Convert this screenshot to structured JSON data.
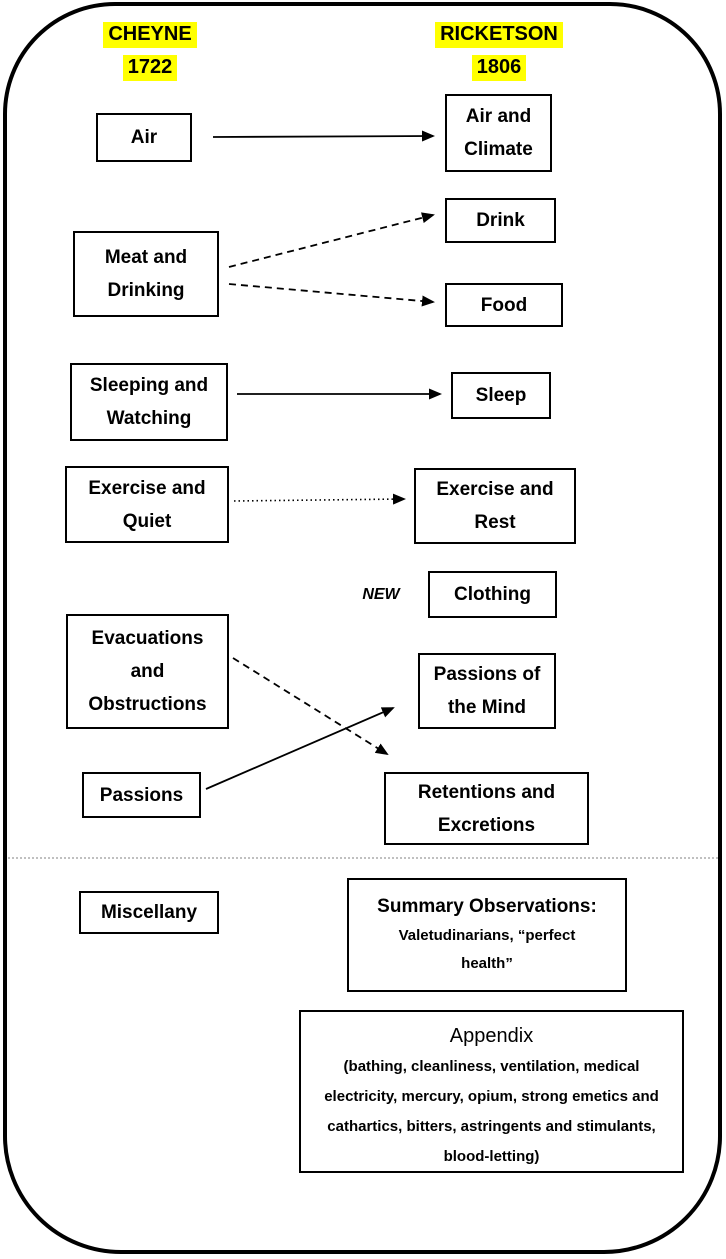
{
  "colors": {
    "highlight": "#ffff00",
    "ink": "#000000",
    "divider": "#9a9a9a",
    "background": "#ffffff"
  },
  "headers": {
    "left": {
      "name": "CHEYNE",
      "year": "1722"
    },
    "right": {
      "name": "RICKETSON",
      "year": "1806"
    }
  },
  "left_column": {
    "air": "Air",
    "meat_and_drinking": "Meat and Drinking",
    "sleeping_and_watching": "Sleeping and Watching",
    "exercise_and_quiet": "Exercise and Quiet",
    "evacuations_and_obstructions": "Evacuations and Obstructions",
    "passions": "Passions",
    "miscellany": "Miscellany"
  },
  "right_column": {
    "air_and_climate": "Air and Climate",
    "drink": "Drink",
    "food": "Food",
    "sleep": "Sleep",
    "exercise_and_rest": "Exercise and Rest",
    "clothing": "Clothing",
    "passions_of_the_mind": "Passions of the Mind",
    "retentions_and_excretions": "Retentions and Excretions",
    "summary_observations": {
      "title": "Summary Observations:",
      "subtitle": "Valetudinarians, “perfect health”"
    },
    "appendix": {
      "title": "Appendix",
      "body": "(bathing, cleanliness, ventilation, medical electricity, mercury, opium, strong emetics and cathartics, bitters, astringents and stimulants, blood-letting)"
    }
  },
  "annotations": {
    "new_label": "NEW"
  },
  "connections": [
    {
      "from": "Air",
      "to": "Air and Climate",
      "line": "solid"
    },
    {
      "from": "Meat and Drinking",
      "to": "Drink",
      "line": "dashed"
    },
    {
      "from": "Meat and Drinking",
      "to": "Food",
      "line": "dashed"
    },
    {
      "from": "Sleeping and Watching",
      "to": "Sleep",
      "line": "solid"
    },
    {
      "from": "Exercise and Quiet",
      "to": "Exercise and Rest",
      "line": "dotted"
    },
    {
      "from": "Evacuations and Obstructions",
      "to": "Retentions and Excretions",
      "line": "dashed"
    },
    {
      "from": "Passions",
      "to": "Passions of the Mind",
      "line": "solid"
    }
  ]
}
